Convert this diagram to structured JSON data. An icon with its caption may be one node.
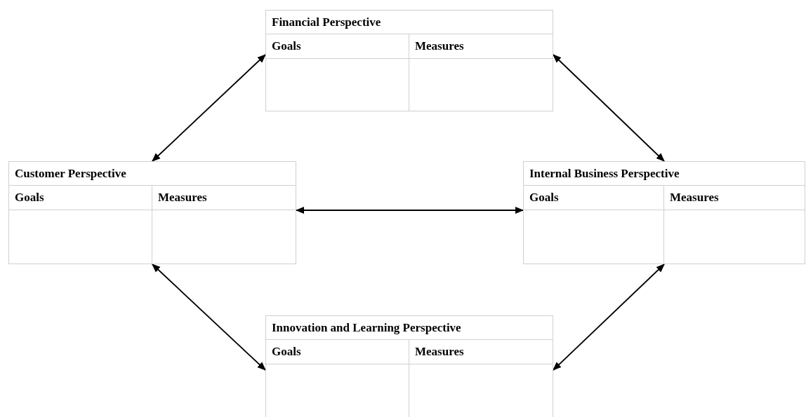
{
  "diagram": {
    "nodes": [
      {
        "text": [
          "Financial Perspective",
          "Goals",
          "Measures"
        ]
      },
      {
        "text": [
          "Customer Perspective",
          "Goals",
          "Measures"
        ]
      },
      {
        "text": [
          "Internal Business Perspective",
          "Goals",
          "Measures"
        ]
      },
      {
        "text": [
          "Innovation and Learning Perspective",
          "Goals",
          "Measures"
        ]
      }
    ],
    "edges": [
      {
        "from": 0,
        "to": 1,
        "arrow": "both"
      },
      {
        "from": 0,
        "to": 2,
        "arrow": "both"
      },
      {
        "from": 1,
        "to": 2,
        "arrow": "both"
      },
      {
        "from": 1,
        "to": 3,
        "arrow": "both"
      },
      {
        "from": 2,
        "to": 3,
        "arrow": "both"
      }
    ]
  }
}
